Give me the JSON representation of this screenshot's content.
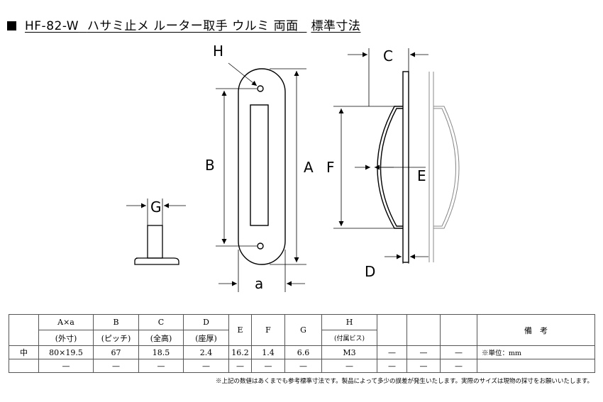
{
  "title": {
    "model": "HF-82-W",
    "name": "ハサミ止メ ルーター取手 ウルミ 両面",
    "suffix": "標準寸法"
  },
  "diagram_labels": {
    "H": "H",
    "B": "B",
    "A": "A",
    "a": "a",
    "G": "G",
    "C": "C",
    "F": "F",
    "E": "E",
    "D": "D"
  },
  "table": {
    "headers": [
      {
        "top": "A×a",
        "bottom": "(外寸)"
      },
      {
        "top": "B",
        "bottom": "(ピッチ)"
      },
      {
        "top": "C",
        "bottom": "(全高)"
      },
      {
        "top": "D",
        "bottom": "(座厚)"
      },
      {
        "top": "E",
        "bottom": ""
      },
      {
        "top": "F",
        "bottom": ""
      },
      {
        "top": "G",
        "bottom": ""
      },
      {
        "top": "H",
        "bottom": "(付属ビス)"
      },
      {
        "top": "",
        "bottom": ""
      },
      {
        "top": "",
        "bottom": ""
      },
      {
        "top": "",
        "bottom": ""
      }
    ],
    "remarks_header": "備　考",
    "rows": [
      {
        "label": "中",
        "cells": [
          "80×19.5",
          "67",
          "18.5",
          "2.4",
          "16.2",
          "1.4",
          "6.6",
          "M3",
          "—",
          "—",
          "—"
        ],
        "remark": "※単位：mm"
      },
      {
        "label": "",
        "cells": [
          "—",
          "—",
          "—",
          "—",
          "—",
          "—",
          "—",
          "—",
          "—",
          "—",
          "—"
        ],
        "remark": ""
      }
    ]
  },
  "note": "※上記の数値はあくまでも参考標準寸法です。製品によって多少の誤差が発生いたします。実際のサイズは現物の採寸をお願いいたします。"
}
